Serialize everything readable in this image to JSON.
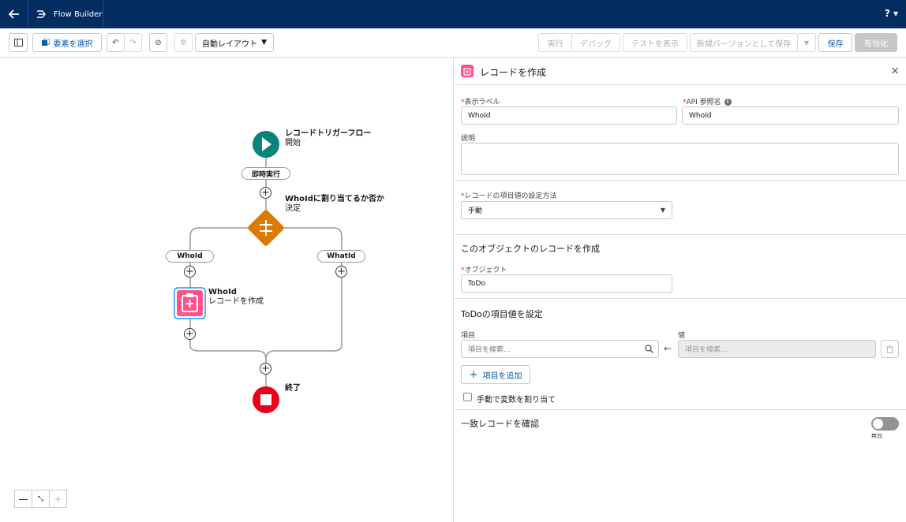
{
  "topbar": {
    "app_title": "Flow Builder",
    "help_label": "?"
  },
  "toolbar": {
    "select_elements": "要素を選択",
    "layout": "自動レイアウト",
    "run": "実行",
    "debug": "デバッグ",
    "view_tests": "テストを表示",
    "save_as_new_version": "新規バージョンとして保存",
    "save": "保存",
    "activate": "有効化"
  },
  "canvas": {
    "start": {
      "title": "レコードトリガーフロー",
      "subtitle": "開始"
    },
    "immediate": "即時実行",
    "decision": {
      "title": "WhoIdに割り当てるか否か",
      "subtitle": "決定"
    },
    "branch_left": "WhoId",
    "branch_right": "WhatId",
    "create": {
      "title": "WhoId",
      "subtitle": "レコードを作成"
    },
    "end": {
      "title": "終了"
    },
    "colors": {
      "start": "#0b827c",
      "decision": "#dd7a01",
      "create": "#ff538a",
      "end": "#ea001e"
    }
  },
  "panel": {
    "title": "レコードを作成",
    "label_field": {
      "label": "表示ラベル",
      "value": "WhoId"
    },
    "api_field": {
      "label": "API 参照名",
      "value": "WhoId"
    },
    "description_label": "説明",
    "set_values_label": "レコードの項目値の設定方法",
    "set_values_value": "手動",
    "object_section": "このオブジェクトのレコードを作成",
    "object_label": "オブジェクト",
    "object_value": "ToDo",
    "fields_section": "ToDoの項目値を設定",
    "field_col": "項目",
    "value_col": "値",
    "field_placeholder": "項目を検索...",
    "value_placeholder": "項目を検索...",
    "add_field": "項目を追加",
    "manual_vars": "手動で変数を割り当て",
    "match_section": "一致レコードを確認",
    "toggle_state": "無効"
  }
}
